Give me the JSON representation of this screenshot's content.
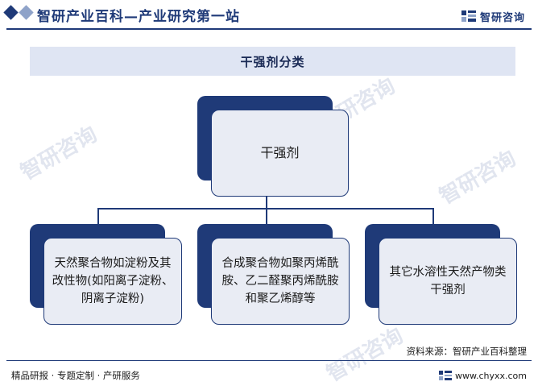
{
  "header": {
    "title": "智研产业百科—产业研究第一站",
    "brand_name": "智研咨询"
  },
  "title_band": {
    "text": "干强剂分类"
  },
  "watermark": {
    "text": "智研咨询"
  },
  "diagram": {
    "root": {
      "label": "干强剂"
    },
    "children": [
      {
        "label": "天然聚合物如淀粉及其改性物(如阳离子淀粉、阴离子淀粉)"
      },
      {
        "label": "合成聚合物如聚丙烯酰胺、乙二醛聚丙烯酰胺和聚乙烯醇等"
      },
      {
        "label": "其它水溶性天然产物类干强剂"
      }
    ]
  },
  "footer": {
    "source": "资料来源：智研产业百科整理",
    "tagline": "精品研报 · 专题定制 · 产研服务",
    "url": "www.chyxx.com"
  },
  "colors": {
    "primary": "#1f3a78",
    "node_fill": "#e9ecf4",
    "band_fill": "#dfe5f3"
  }
}
